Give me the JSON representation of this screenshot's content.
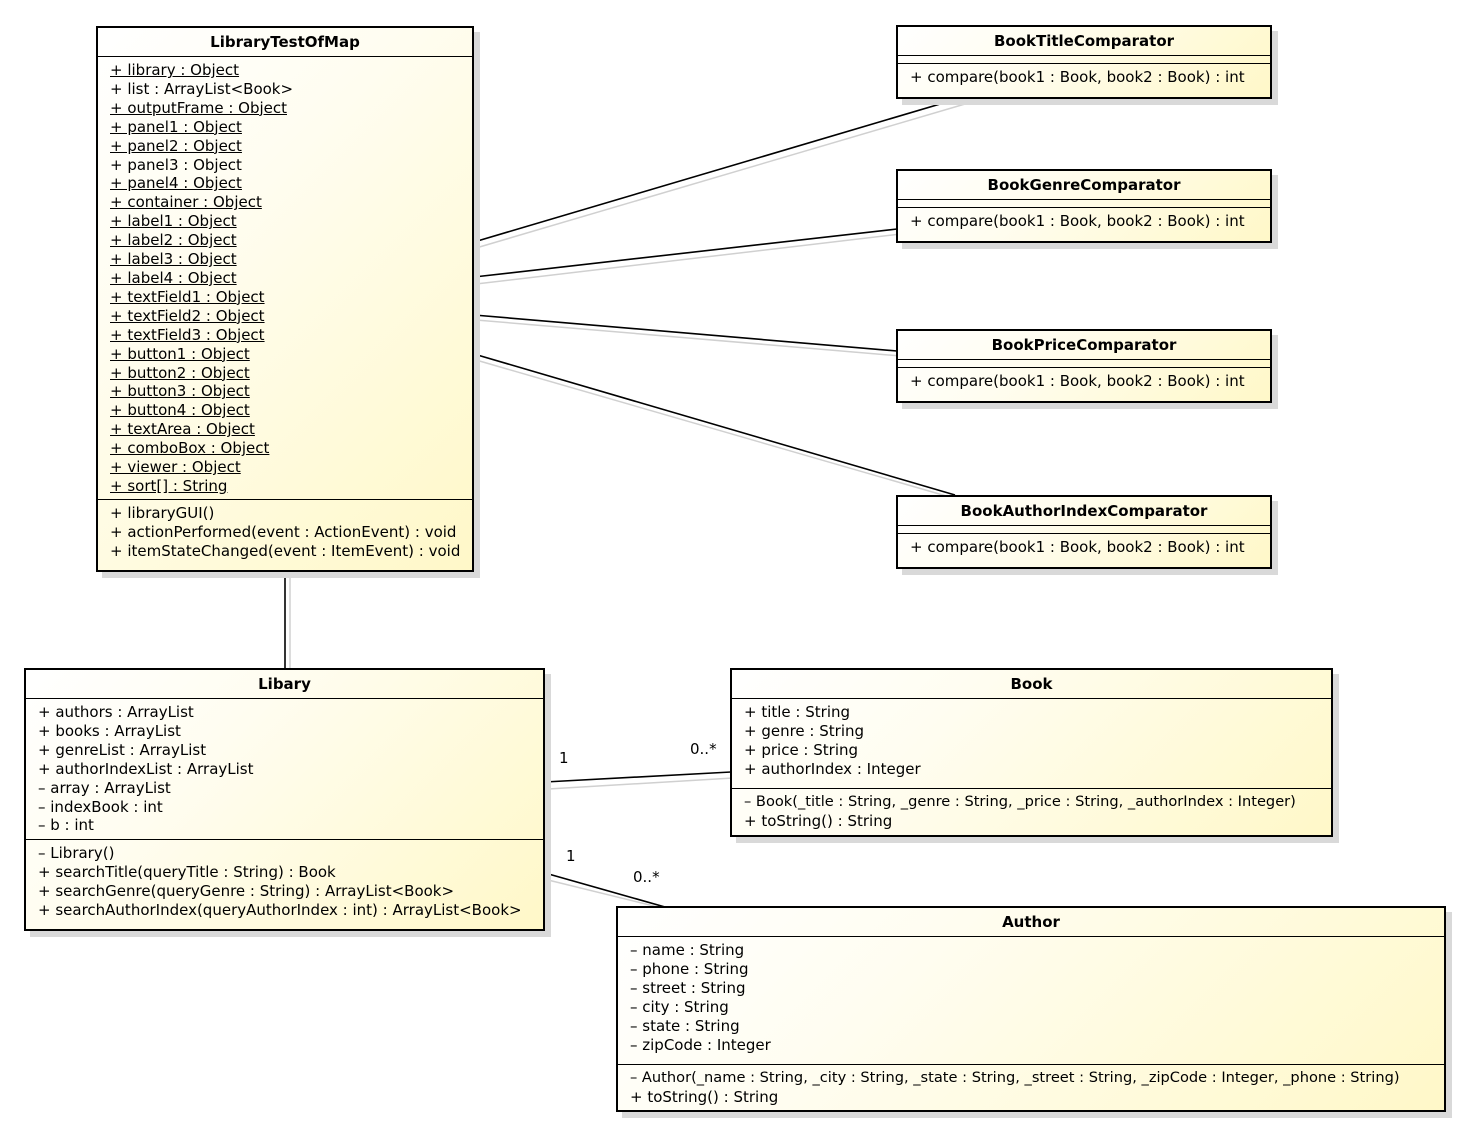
{
  "classes": {
    "library_test_of_map": {
      "name": "LibraryTestOfMap",
      "attributes": [
        {
          "text": "+ library : Object",
          "static": true
        },
        {
          "text": "+ list : ArrayList<Book>",
          "static": false
        },
        {
          "text": "+ outputFrame : Object",
          "static": true
        },
        {
          "text": "+ panel1 : Object",
          "static": true
        },
        {
          "text": "+ panel2 : Object",
          "static": true
        },
        {
          "text": "+ panel3 : Object",
          "static": false
        },
        {
          "text": "+ panel4 : Object",
          "static": true
        },
        {
          "text": "+ container : Object",
          "static": true
        },
        {
          "text": "+ label1 : Object",
          "static": true
        },
        {
          "text": "+ label2 : Object",
          "static": true
        },
        {
          "text": "+ label3 : Object",
          "static": true
        },
        {
          "text": "+ label4 : Object",
          "static": true
        },
        {
          "text": "+ textField1 : Object",
          "static": true
        },
        {
          "text": "+ textField2 : Object",
          "static": true
        },
        {
          "text": "+ textField3 : Object",
          "static": true
        },
        {
          "text": "+ button1 : Object",
          "static": true
        },
        {
          "text": "+ button2 : Object",
          "static": true
        },
        {
          "text": "+ button3 : Object",
          "static": true
        },
        {
          "text": "+ button4 : Object",
          "static": true
        },
        {
          "text": "+ textArea : Object",
          "static": true
        },
        {
          "text": "+ comboBox : Object",
          "static": true
        },
        {
          "text": "+ viewer : Object",
          "static": true
        },
        {
          "text": "+ sort[] : String",
          "static": true
        }
      ],
      "operations": [
        "+ libraryGUI()",
        "+ actionPerformed(event : ActionEvent) : void",
        "+ itemStateChanged(event : ItemEvent) : void"
      ]
    },
    "book_title_comparator": {
      "name": "BookTitleComparator",
      "operations": [
        "+ compare(book1 : Book, book2 : Book) : int"
      ]
    },
    "book_genre_comparator": {
      "name": "BookGenreComparator",
      "operations": [
        "+ compare(book1 : Book, book2 : Book) : int"
      ]
    },
    "book_price_comparator": {
      "name": "BookPriceComparator",
      "operations": [
        "+ compare(book1 : Book, book2 : Book) : int"
      ]
    },
    "book_author_index_comparator": {
      "name": "BookAuthorIndexComparator",
      "operations": [
        "+ compare(book1 : Book, book2 : Book) : int"
      ]
    },
    "libary": {
      "name": "Libary",
      "attributes": [
        "+ authors : ArrayList",
        "+ books : ArrayList",
        "+ genreList : ArrayList",
        "+ authorIndexList : ArrayList",
        "– array : ArrayList",
        "– indexBook : int",
        "– b : int"
      ],
      "operations": [
        "– Library()",
        "+ searchTitle(queryTitle : String) : Book",
        "+ searchGenre(queryGenre : String) : ArrayList<Book>",
        "+ searchAuthorIndex(queryAuthorIndex : int) : ArrayList<Book>"
      ]
    },
    "book": {
      "name": "Book",
      "attributes": [
        "+ title : String",
        "+ genre : String",
        "+ price : String",
        "+ authorIndex : Integer"
      ],
      "operations": [
        "– Book(_title : String, _genre : String, _price : String, _authorIndex : Integer)",
        "+ toString() : String"
      ]
    },
    "author": {
      "name": "Author",
      "attributes": [
        "– name : String",
        "– phone : String",
        "– street : String",
        "– city : String",
        "– state : String",
        "– zipCode : Integer"
      ],
      "operations": [
        "– Author(_name : String, _city : String, _state : String, _street : String, _zipCode : Integer, _phone : String)",
        "+ toString() : String"
      ]
    }
  },
  "associations": [
    {
      "from": "LibraryTestOfMap",
      "to": "BookTitleComparator"
    },
    {
      "from": "LibraryTestOfMap",
      "to": "BookGenreComparator"
    },
    {
      "from": "LibraryTestOfMap",
      "to": "BookPriceComparator"
    },
    {
      "from": "LibraryTestOfMap",
      "to": "BookAuthorIndexComparator"
    },
    {
      "from": "LibraryTestOfMap",
      "to": "Libary"
    },
    {
      "from": "Libary",
      "to": "Book",
      "from_multiplicity": "1",
      "to_multiplicity": "0..*"
    },
    {
      "from": "Libary",
      "to": "Author",
      "from_multiplicity": "1",
      "to_multiplicity": "0..*"
    }
  ],
  "colors": {
    "class_fill": "#fff8c8",
    "class_border": "#000000",
    "shadow": "#d9d9d9",
    "link_shadow": "#cfcfcf"
  }
}
